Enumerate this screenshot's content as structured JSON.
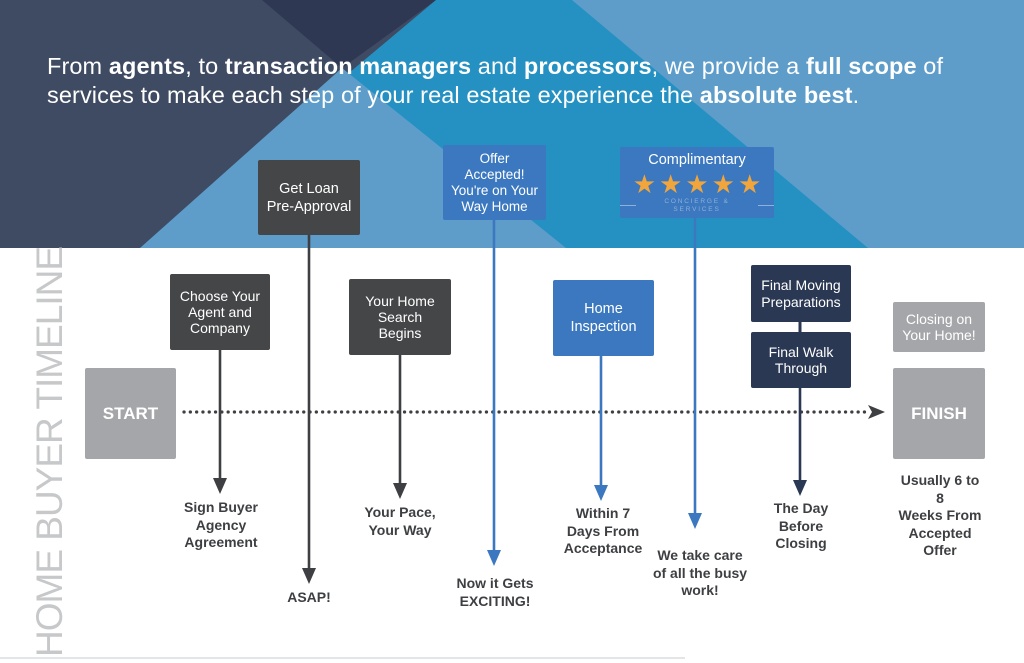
{
  "header": {
    "headline": [
      {
        "text": "From ",
        "bold": false
      },
      {
        "text": "agents",
        "bold": true
      },
      {
        "text": ", to ",
        "bold": false
      },
      {
        "text": "transaction managers",
        "bold": true
      },
      {
        "text": " and ",
        "bold": false
      },
      {
        "text": "processors",
        "bold": true
      },
      {
        "text": ", we provide a ",
        "bold": false
      },
      {
        "text": "full scope",
        "bold": true
      },
      {
        "text": " of services to make each step of your real estate experience the ",
        "bold": false
      },
      {
        "text": "absolute best",
        "bold": true
      },
      {
        "text": ".",
        "bold": false
      }
    ]
  },
  "timeline": {
    "title": "HOME BUYER TIMELINE",
    "start_label": "START",
    "finish_label": "FINISH",
    "closing_label": "Closing on Your Home!",
    "finish_note": "Usually 6 to 8\nWeeks From\nAccepted Offer",
    "steps": [
      {
        "id": "choose-agent",
        "title": "Choose Your\nAgent and\nCompany",
        "note": "Sign Buyer\nAgency\nAgreement",
        "style": "dark"
      },
      {
        "id": "loan-preapproval",
        "title": "Get Loan\nPre-Approval",
        "note": "ASAP!",
        "style": "dark"
      },
      {
        "id": "home-search",
        "title": "Your Home\nSearch\nBegins",
        "note": "Your Pace,\nYour Way",
        "style": "dark"
      },
      {
        "id": "offer-accepted",
        "title": "Offer\nAccepted!\nYou're on Your\nWay Home",
        "note": "Now it Gets\nEXCITING!",
        "style": "blue"
      },
      {
        "id": "home-inspection",
        "title": "Home\nInspection",
        "note": "Within 7\nDays From\nAcceptance",
        "style": "blue"
      },
      {
        "id": "complimentary-concierge",
        "title": "Complimentary",
        "rating": 5,
        "rating_max": 5,
        "subtitle": "CONCIERGE & SERVICES",
        "note": "We take care\nof all the busy\nwork!",
        "style": "blue"
      },
      {
        "id": "final-moving",
        "title": "Final Moving\nPreparations",
        "style": "navy"
      },
      {
        "id": "final-walkthrough",
        "title": "Final Walk\nThrough",
        "note": "The Day\nBefore\nClosing",
        "style": "navy"
      }
    ]
  },
  "colors": {
    "slate": "#3f4a63",
    "navy": "#2e3852",
    "teal": "#2591c2",
    "light_blue": "#5e9dca",
    "box_dark": "#454648",
    "box_blue": "#3b78bf",
    "box_navy": "#2a3853",
    "box_gray": "#a5a6a9",
    "star": "#f1a53a"
  }
}
